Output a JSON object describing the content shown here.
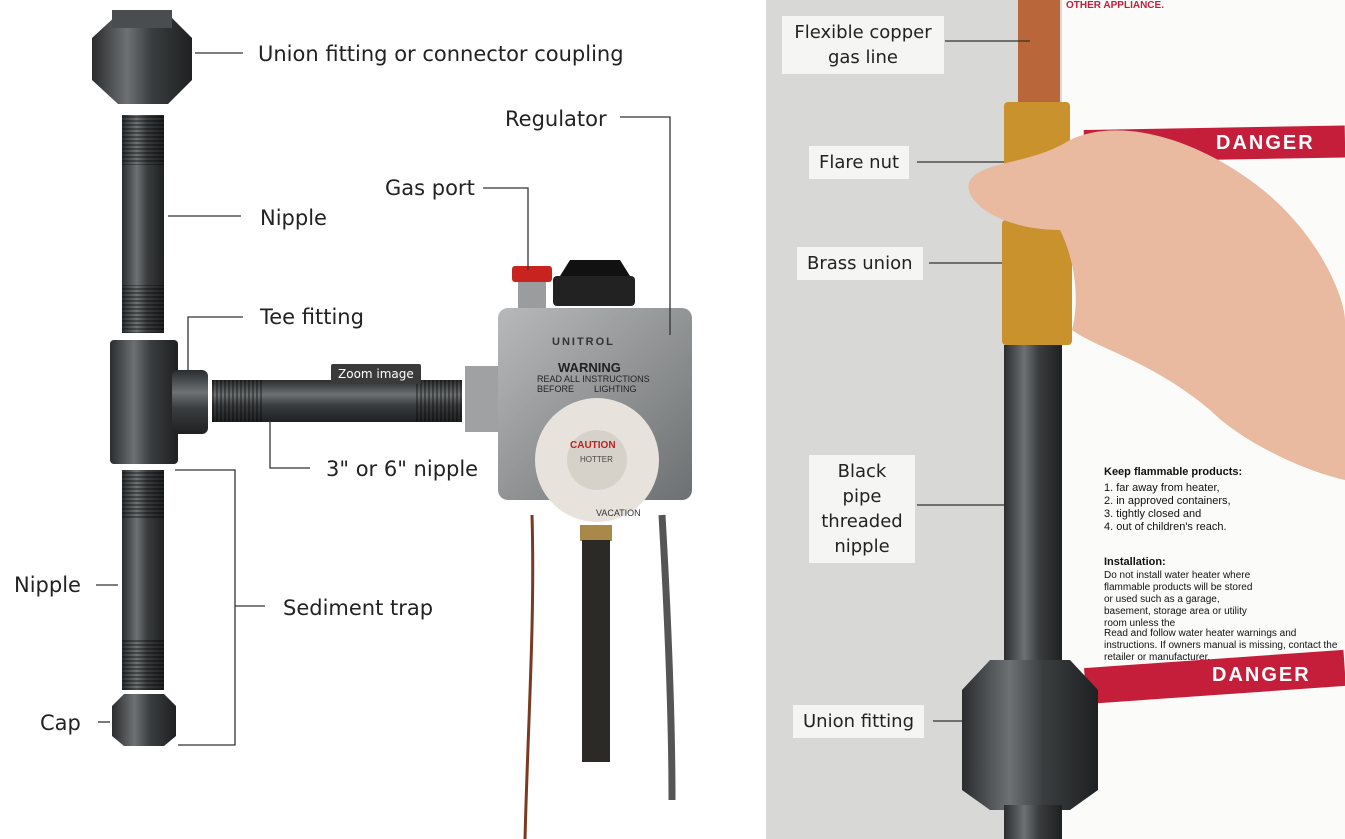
{
  "left_diagram": {
    "labels": {
      "union": "Union fitting or connector coupling",
      "regulator": "Regulator",
      "gas_port": "Gas port",
      "nipple_top": "Nipple",
      "tee": "Tee fitting",
      "nipple_side": "3\" or 6\" nipple",
      "nipple_bottom": "Nipple",
      "sediment": "Sediment trap",
      "cap": "Cap"
    },
    "valve_text": {
      "brand": "UNITROL",
      "warning": "WARNING",
      "warning_sub1": "READ ALL INSTRUCTIONS",
      "warning_sub2": "BEFORE        LIGHTING",
      "dial1": "CAUTION",
      "dial2": "HOTTER",
      "dial3": "VACATION"
    },
    "zoom_tooltip": "Zoom image"
  },
  "right_photo": {
    "labels": {
      "copper_line": "Flexible copper gas line",
      "flare_nut": "Flare nut",
      "brass_union": "Brass union",
      "black_pipe": "Black pipe threaded nipple",
      "union_fitting": "Union fitting"
    },
    "sign": {
      "header": "OTHER APPLIANCE.",
      "danger1": "DANGER",
      "danger2": "DANGER",
      "keep1": "Keep flammable products:",
      "keep_list": [
        "1. far away from heater,",
        "2. in approved containers,",
        "3. tightly closed and",
        "4. out of children's reach."
      ],
      "install_title": "Installation:",
      "install_text": "Do not install water heater where flammable products will be stored or used such as a garage, basement, storage area or utility room unless the",
      "read_follow": "Read and follow water heater warnings and instructions. If owners manual is missing, contact the retailer or manufacturer."
    }
  },
  "colors": {
    "pipe": "#3d4042",
    "valve": "#8f9193",
    "gas_port": "#c8231f",
    "brass": "#c9922c",
    "copper": "#b8663a",
    "danger": "#c41e3a"
  }
}
